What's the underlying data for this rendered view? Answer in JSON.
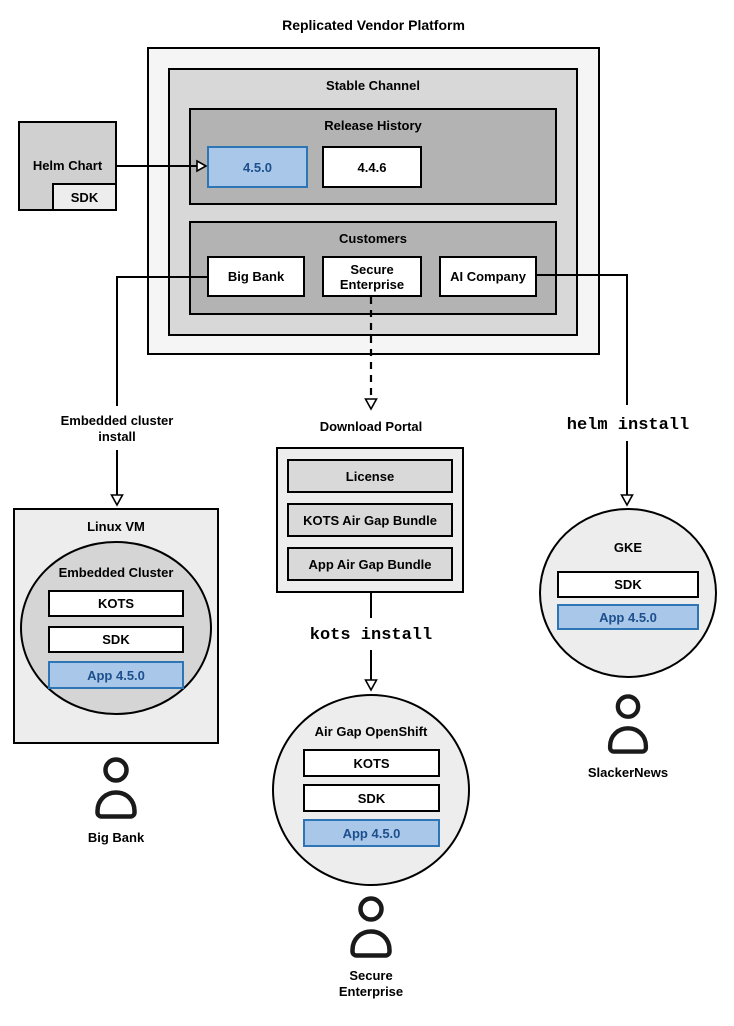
{
  "title": "Replicated Vendor Platform",
  "platform": {
    "stable_channel_label": "Stable Channel",
    "release_history": {
      "label": "Release History",
      "current_release": "4.5.0",
      "previous_release": "4.4.6"
    },
    "customers": {
      "label": "Customers",
      "big_bank": "Big Bank",
      "secure_enterprise": "Secure Enterprise",
      "ai_company": "AI Company"
    }
  },
  "helm_chart": {
    "label": "Helm Chart",
    "sdk": "SDK"
  },
  "left_flow": {
    "arrow_label_line1": "Embedded cluster",
    "arrow_label_line2": "install",
    "vm_label": "Linux VM",
    "cluster_label": "Embedded Cluster",
    "kots": "KOTS",
    "sdk": "SDK",
    "app": "App 4.5.0",
    "user_label": "Big Bank"
  },
  "middle_flow": {
    "portal_label": "Download Portal",
    "license": "License",
    "kots_bundle": "KOTS Air Gap Bundle",
    "app_bundle": "App Air Gap Bundle",
    "command": "kots install",
    "cluster_label": "Air Gap OpenShift",
    "kots": "KOTS",
    "sdk": "SDK",
    "app": "App 4.5.0",
    "user_label_line1": "Secure",
    "user_label_line2": "Enterprise"
  },
  "right_flow": {
    "command": "helm install",
    "cluster_label": "GKE",
    "sdk": "SDK",
    "app": "App 4.5.0",
    "user_label": "SlackerNews"
  },
  "colors": {
    "highlight_fill": "#a9c7e8",
    "highlight_border": "#2e75b6",
    "highlight_text": "#1c4f8d",
    "box_border": "#000000"
  }
}
